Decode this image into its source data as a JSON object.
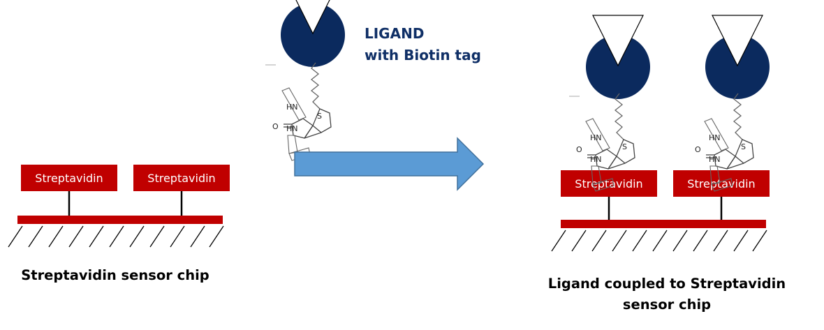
{
  "colors": {
    "streptavidin": "#c00000",
    "chip": "#c00000",
    "ligand": "#0b2a5e",
    "label_blue": "#0f2f66",
    "arrow": "#5b9bd5",
    "arrow_border": "#41719c"
  },
  "left_panel": {
    "boxes": [
      {
        "label": "Streptavidin"
      },
      {
        "label": "Streptavidin"
      }
    ],
    "caption": "Streptavidin sensor chip"
  },
  "middle": {
    "ligand_label_line1": "LIGAND",
    "ligand_label_line2": "with Biotin tag",
    "biotin": {
      "hn_top": "HN",
      "hn_bottom": "HN",
      "oxygen": "O",
      "sulfur": "S"
    }
  },
  "right_panel": {
    "boxes": [
      {
        "label": "Streptavidin"
      },
      {
        "label": "Streptavidin"
      }
    ],
    "caption_line1": "Ligand coupled to Streptavidin",
    "caption_line2": "sensor chip"
  },
  "icons": [
    "ligand-pacman-icon",
    "biotin-molecule-icon",
    "process-arrow-icon"
  ]
}
